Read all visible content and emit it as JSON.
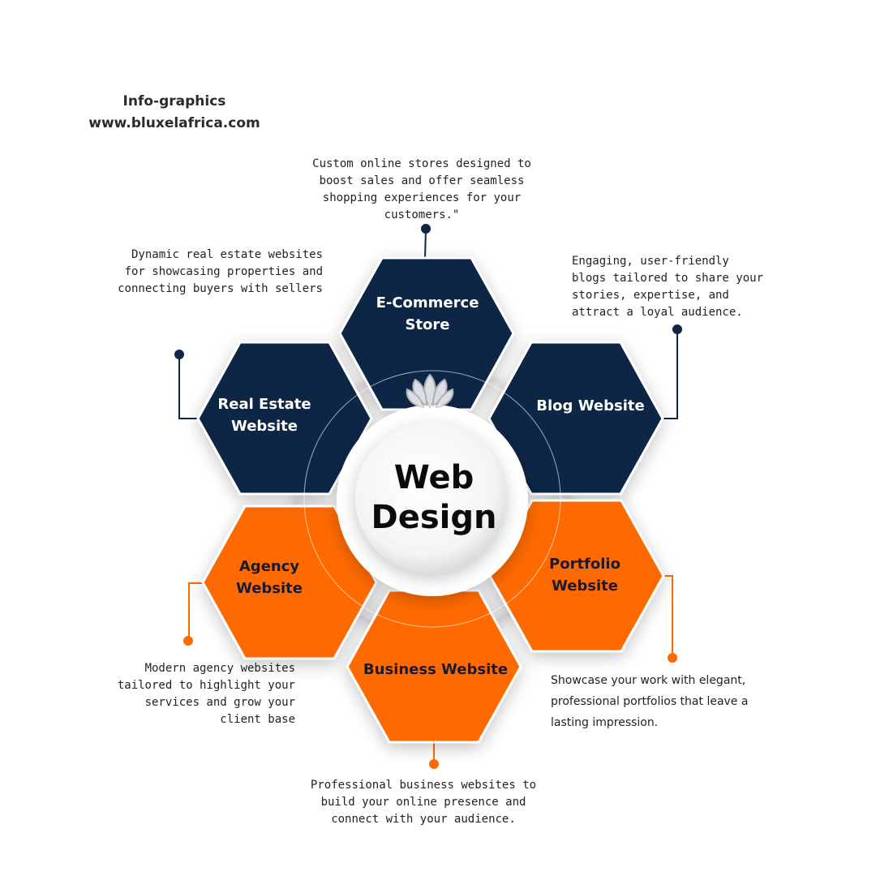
{
  "header": {
    "title": "Info-graphics",
    "website": "www.bluxelafrica.com"
  },
  "colors": {
    "navy": "#0f2744",
    "orange": "#ff6a00",
    "white": "#ffffff"
  },
  "center": {
    "line1": "Web",
    "line2": "Design",
    "logo_icon": "lotus-icon"
  },
  "hexagons": {
    "ecommerce": {
      "line1": "E-Commerce",
      "line2": "Store"
    },
    "real_estate": {
      "line1": "Real Estate",
      "line2": "Website"
    },
    "blog": {
      "line1": "Blog Website"
    },
    "agency": {
      "line1": "Agency",
      "line2": "Website"
    },
    "portfolio": {
      "line1": "Portfolio",
      "line2": "Website"
    },
    "business": {
      "line1": "Business Website"
    }
  },
  "descriptions": {
    "ecommerce": "Custom online stores designed to\nboost sales and offer seamless\nshopping experiences for your\ncustomers.\"",
    "real_estate": "Dynamic real estate websites\nfor showcasing properties and\nconnecting buyers with sellers",
    "blog": "Engaging, user-friendly\nblogs tailored to share your\nstories, expertise, and\nattract a loyal audience.",
    "agency": "Modern agency websites\ntailored to highlight your\nservices and grow your\nclient base",
    "portfolio": "Showcase your work with elegant,\nprofessional portfolios that leave a\nlasting impression.",
    "business": "Professional business websites to\nbuild your online presence and\nconnect with your audience."
  }
}
